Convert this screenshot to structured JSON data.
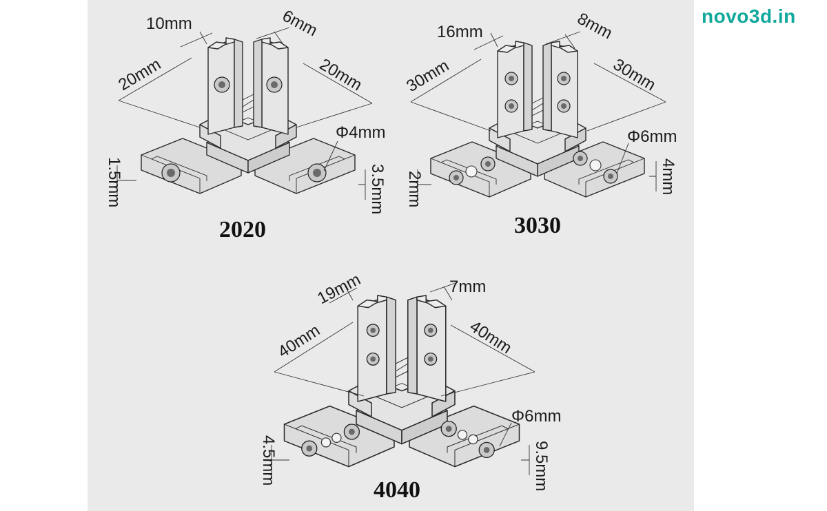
{
  "brand": {
    "text": "novo3d.in",
    "color": "#11a89c"
  },
  "colors": {
    "panel": "#eaeaea",
    "part": "#e2e2e2",
    "part_shade": "#cfcfcf"
  },
  "connectors": [
    {
      "model": "2020",
      "dims": {
        "top_width": "10mm",
        "slot": "6mm",
        "leg_left": "20mm",
        "leg_right": "20mm",
        "hole": "Φ4mm",
        "thickness_left": "1.5mm",
        "thickness_right": "3.5mm"
      }
    },
    {
      "model": "3030",
      "dims": {
        "top_width": "16mm",
        "slot": "8mm",
        "leg_left": "30mm",
        "leg_right": "30mm",
        "hole": "Φ6mm",
        "thickness_left": "2mm",
        "thickness_right": "4mm"
      }
    },
    {
      "model": "4040",
      "dims": {
        "top_width": "19mm",
        "slot": "7mm",
        "leg_left": "40mm",
        "leg_right": "40mm",
        "hole": "Φ6mm",
        "thickness_left": "4.5mm",
        "thickness_right": "9.5mm"
      }
    }
  ]
}
